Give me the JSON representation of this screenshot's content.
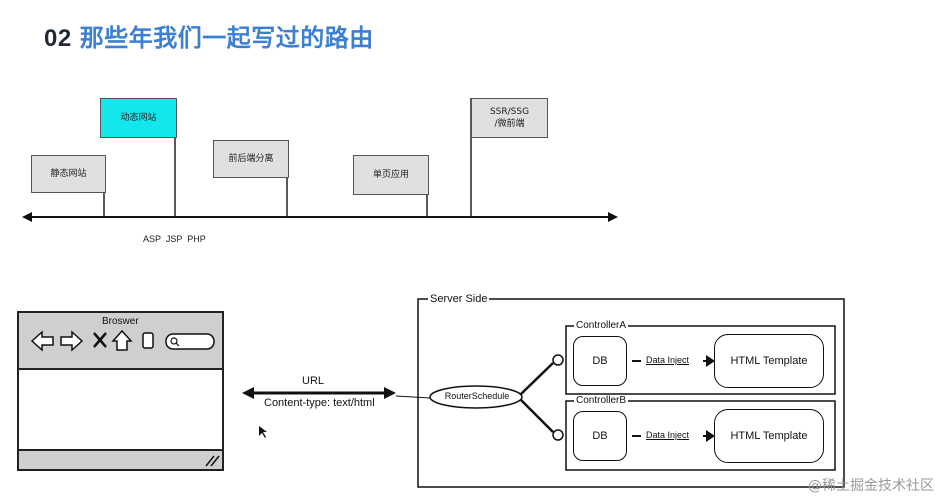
{
  "header": {
    "number": "02",
    "title": "那些年我们一起写过的路由"
  },
  "timeline": {
    "flags": [
      {
        "label": "静态网站",
        "highlight": false
      },
      {
        "label": "动态网站",
        "highlight": true
      },
      {
        "label": "前后端分离",
        "highlight": false
      },
      {
        "label": "单页应用",
        "highlight": false
      },
      {
        "label_line1": "SSR/SSG",
        "label_line2": "/微前端",
        "highlight": false
      }
    ],
    "tech_label": "ASP  JSP  PHP"
  },
  "browser": {
    "title": "Broswer"
  },
  "connection": {
    "url_label": "URL",
    "content_type_label": "Content-type: text/html"
  },
  "server": {
    "title": "Server Side",
    "router": "RouterSchedule",
    "controllers": [
      {
        "name": "ControllerA",
        "db": "DB",
        "inject": "Data Inject",
        "template": "HTML Template"
      },
      {
        "name": "ControllerB",
        "db": "DB",
        "inject": "Data Inject",
        "template": "HTML Template"
      }
    ]
  },
  "watermark": "@稀土掘金技术社区"
}
